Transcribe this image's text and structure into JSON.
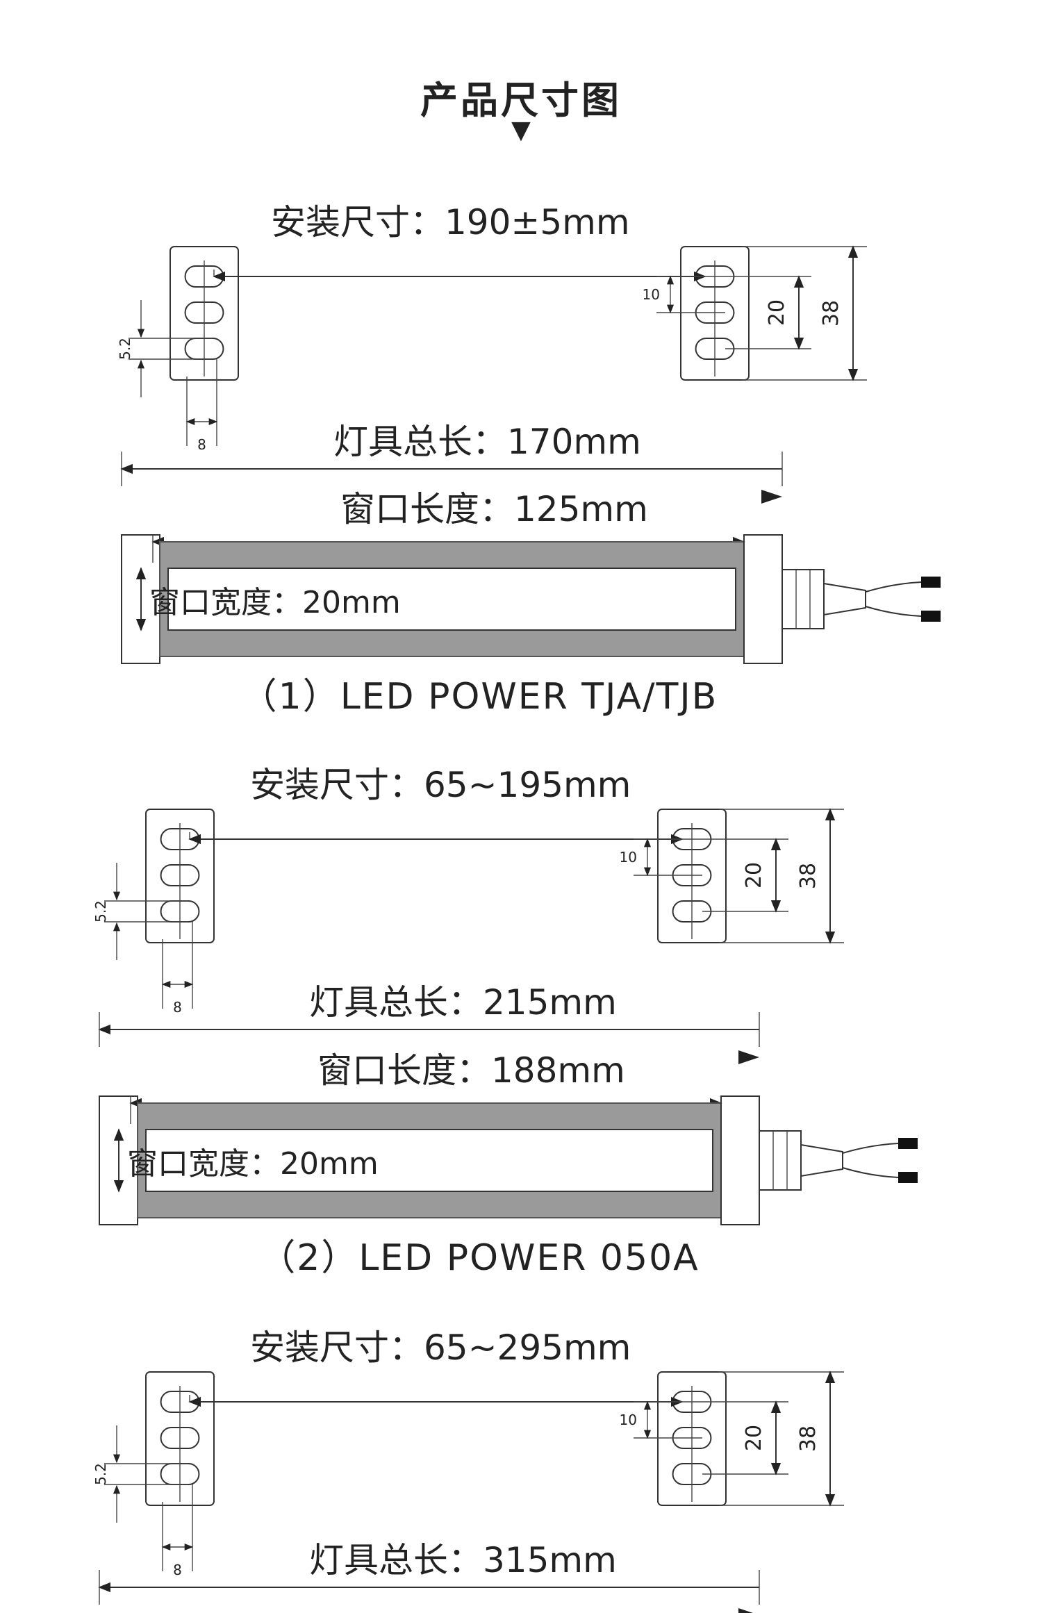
{
  "title": "产品尺寸图",
  "title_marker": "▼",
  "diagrams": [
    {
      "mount_label": "安装尺寸：190±5mm",
      "total_label": "灯具总长：170mm",
      "window_length_label": "窗口长度：125mm",
      "window_width_label": "窗口宽度：20mm",
      "caption": "（1）LED POWER TJA/TJB",
      "slot_pitch": "10",
      "slot_span": "20",
      "bracket_height": "38",
      "slot_width": "5.2",
      "slot_offset": "8"
    },
    {
      "mount_label": "安装尺寸：65~195mm",
      "total_label": "灯具总长：215mm",
      "window_length_label": "窗口长度：188mm",
      "window_width_label": "窗口宽度：20mm",
      "caption": "（2）LED POWER 050A",
      "slot_pitch": "10",
      "slot_span": "20",
      "bracket_height": "38",
      "slot_width": "5.2",
      "slot_offset": "8"
    },
    {
      "mount_label": "安装尺寸：65~295mm",
      "total_label": "灯具总长：315mm",
      "slot_pitch": "10",
      "slot_span": "20",
      "bracket_height": "38",
      "slot_width": "5.2",
      "slot_offset": "8"
    }
  ]
}
